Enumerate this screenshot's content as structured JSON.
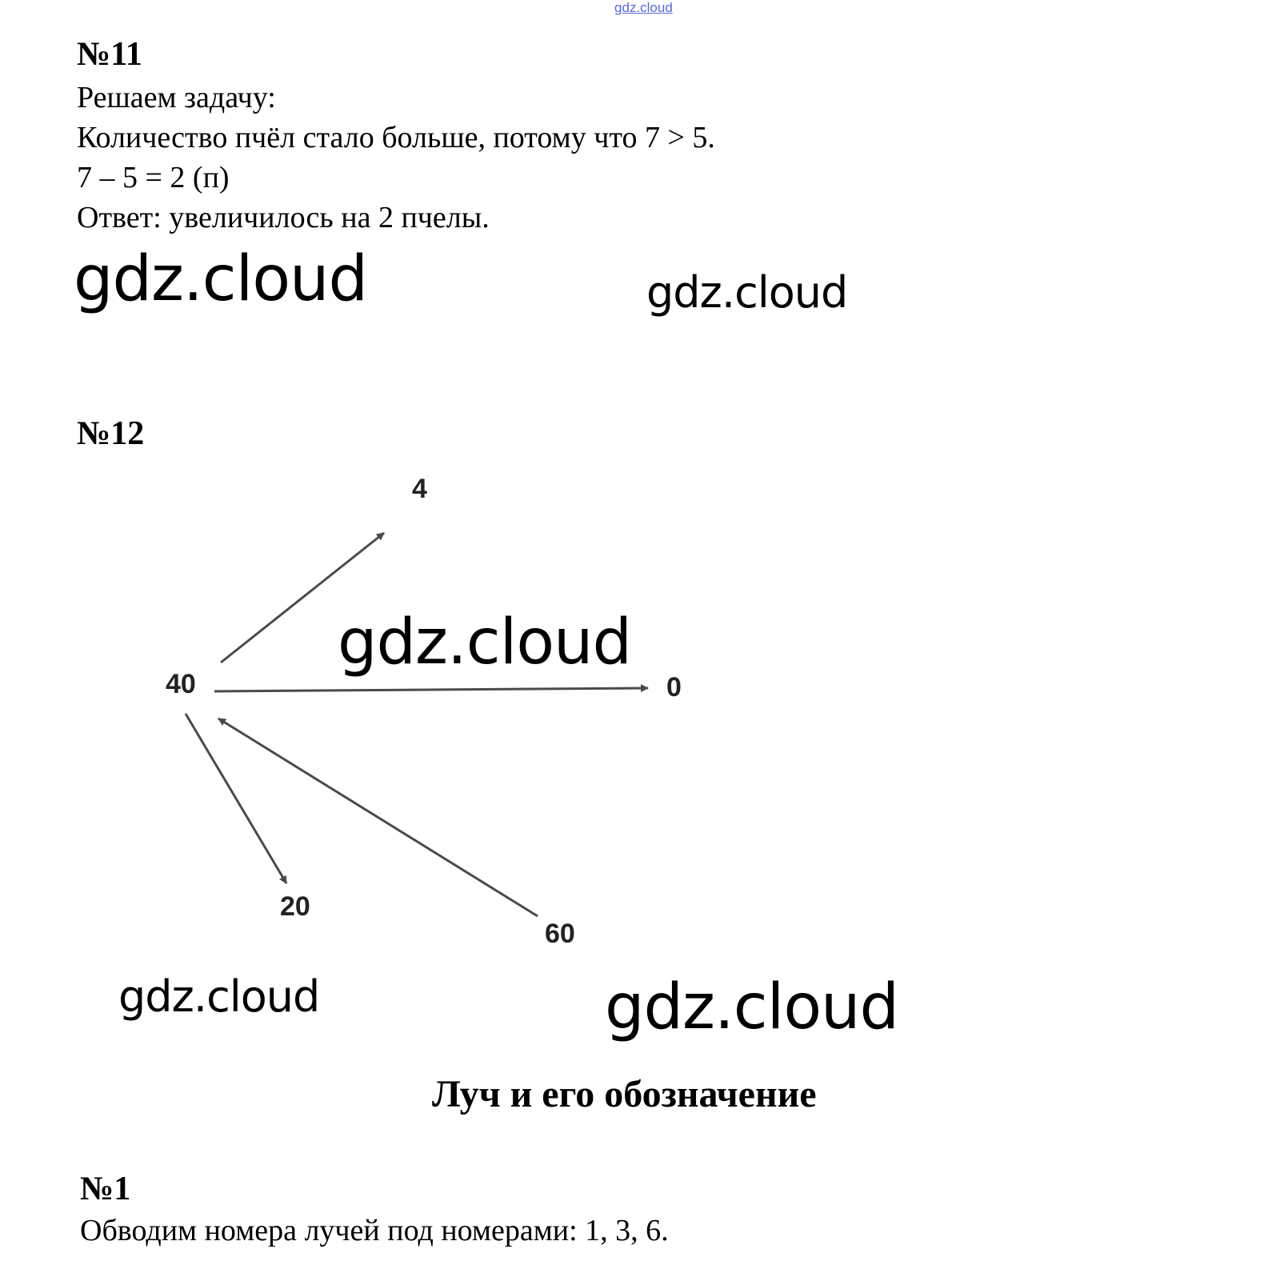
{
  "top_link": "gdz.cloud",
  "task11": {
    "number": "№11",
    "lines": [
      "Решаем задачу:",
      "Количество пчёл стало больше, потому что 7 > 5.",
      "7 – 5 = 2 (п)",
      "Ответ: увеличилось на 2 пчелы."
    ]
  },
  "watermarks": [
    "gdz.cloud",
    "gdz.cloud",
    "gdz.cloud",
    "gdz.cloud",
    "gdz.cloud"
  ],
  "task12": {
    "number": "№12",
    "diagram_labels": {
      "center": "40",
      "top": "4",
      "right": "0",
      "bottom_left": "20",
      "bottom_right": "60"
    }
  },
  "section_title": "Луч и его обозначение",
  "task1": {
    "number": "№1",
    "text": "Обводим номера лучей под номерами: 1, 3, 6."
  },
  "colors": {
    "text": "#000000",
    "arrow": "#4a4a4a",
    "link": "#5b6ad0"
  }
}
